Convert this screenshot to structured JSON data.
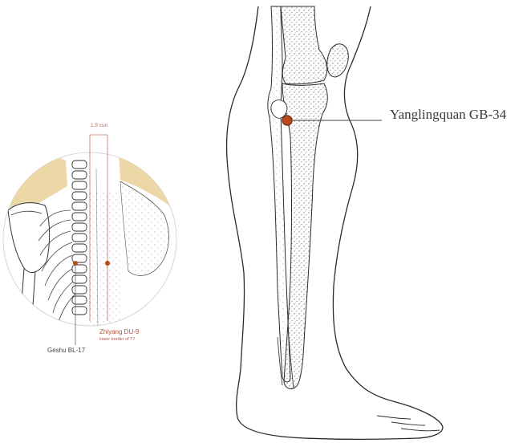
{
  "labels": {
    "yanglingquan": "Yanglingquan GB-34",
    "measure": "1.5 cun",
    "zhiyang": "Zhiyang DU-9",
    "zhiyang_note": "lower border of T7",
    "geshu": "Geshu BL-17"
  },
  "colors": {
    "point": "#b84a1c",
    "pointRing": "#7a2a10",
    "skinPatch": "#ecd7a6",
    "redLine": "#c0715c",
    "outline": "#2b2b2b"
  }
}
